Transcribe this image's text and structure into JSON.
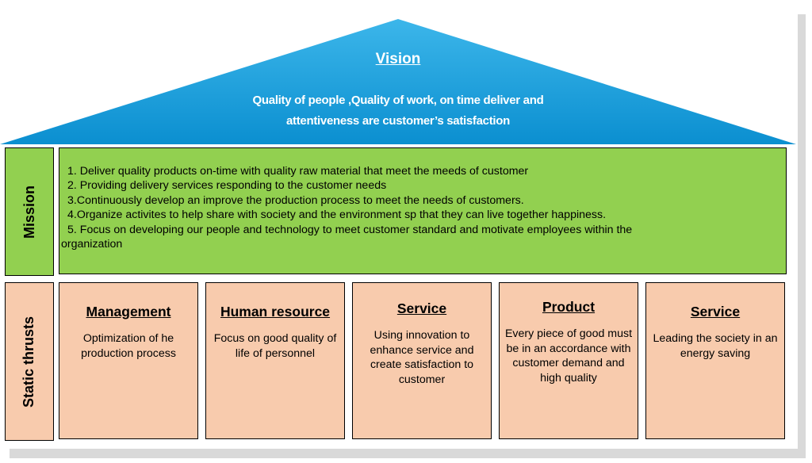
{
  "vision": {
    "title": "Vision",
    "line1": "Quality of people ,Quality of work, on time deliver and",
    "line2": "attentiveness are customer’s satisfaction",
    "color": "#1a9ad6"
  },
  "mission": {
    "label": "Mission",
    "items": [
      "1. Deliver quality products on-time with quality raw material that meet the meeds of customer",
      "2. Providing delivery services responding to the customer needs",
      "3.Continuously develop an improve the production process to meet the needs of customers.",
      "4.Organize activites to help share with society and the environment sp that they can live together happiness.",
      "5. Focus on developing our people and technology to meet customer standard and motivate employees within the",
      "organization"
    ],
    "color": "#92d050"
  },
  "static_thrusts": {
    "label": "Static thrusts",
    "color": "#f8cbad",
    "items": [
      {
        "title": "Management",
        "body": "Optimization of he production process"
      },
      {
        "title": "Human resource",
        "body": "Focus on good quality of life of personnel"
      },
      {
        "title": "Service",
        "body": "Using innovation to enhance service and create satisfaction to customer"
      },
      {
        "title": "Product",
        "body": "Every piece of good must be in an accordance with customer demand and high quality"
      },
      {
        "title": "Service",
        "body": "Leading the society in an energy saving"
      }
    ]
  }
}
